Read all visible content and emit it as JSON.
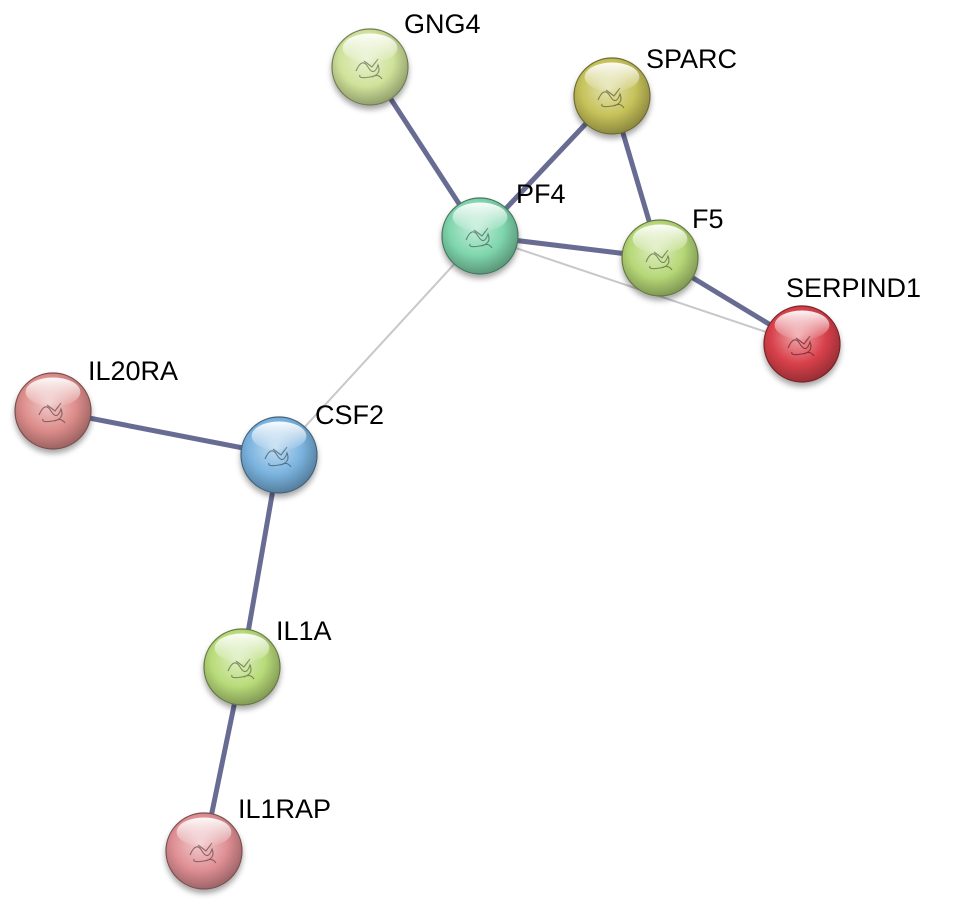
{
  "nodes": [
    {
      "id": "GNG4",
      "label": "GNG4",
      "color": "#cfe29a"
    },
    {
      "id": "SPARC",
      "label": "SPARC",
      "color": "#c6c25a"
    },
    {
      "id": "PF4",
      "label": "PF4",
      "color": "#7fd6ad"
    },
    {
      "id": "F5",
      "label": "F5",
      "color": "#b6d877"
    },
    {
      "id": "SERPIND1",
      "label": "SERPIND1",
      "color": "#d9414b"
    },
    {
      "id": "IL20RA",
      "label": "IL20RA",
      "color": "#dd8d8b"
    },
    {
      "id": "CSF2",
      "label": "CSF2",
      "color": "#7ab3df"
    },
    {
      "id": "IL1A",
      "label": "IL1A",
      "color": "#b8db79"
    },
    {
      "id": "IL1RAP",
      "label": "IL1RAP",
      "color": "#df8f94"
    }
  ],
  "edges": [
    {
      "source": "GNG4",
      "target": "PF4",
      "strength": "strong"
    },
    {
      "source": "PF4",
      "target": "SPARC",
      "strength": "strong"
    },
    {
      "source": "PF4",
      "target": "F5",
      "strength": "strong"
    },
    {
      "source": "SPARC",
      "target": "F5",
      "strength": "strong"
    },
    {
      "source": "F5",
      "target": "SERPIND1",
      "strength": "strong"
    },
    {
      "source": "PF4",
      "target": "SERPIND1",
      "strength": "weak"
    },
    {
      "source": "PF4",
      "target": "CSF2",
      "strength": "weak"
    },
    {
      "source": "IL20RA",
      "target": "CSF2",
      "strength": "strong"
    },
    {
      "source": "CSF2",
      "target": "IL1A",
      "strength": "strong"
    },
    {
      "source": "IL1A",
      "target": "IL1RAP",
      "strength": "strong"
    }
  ],
  "colors": {
    "edge_strong": "#686c93",
    "edge_weak": "#c8c8c8"
  }
}
